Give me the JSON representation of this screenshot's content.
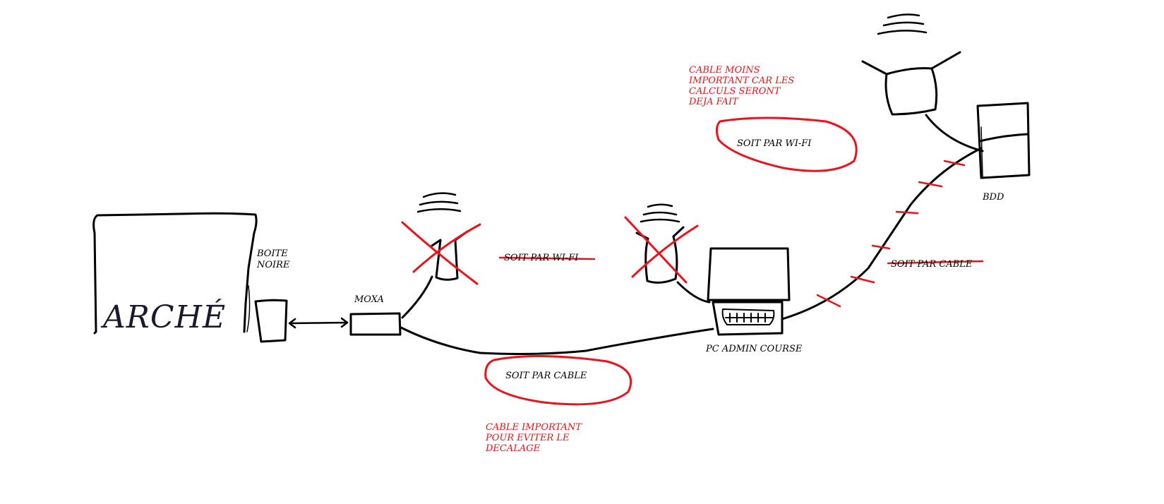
{
  "colors": {
    "ink": "#000000",
    "annotation": "#e8141c"
  },
  "nodes": {
    "arche": "ARCHÉ",
    "boite_noire": [
      "BOITE",
      "NOIRE"
    ],
    "moxa": "MOXA",
    "pc_admin": "PC ADMIN COURSE",
    "bdd": "BDD"
  },
  "links": {
    "wifi_struck": "SOIT PAR WI-FI",
    "cable_struck": "SOIT PAR CABLE",
    "wifi_circled": "SOIT PAR WI-FI",
    "cable_circled": "SOIT PAR CABLE"
  },
  "notes": {
    "cable_moins": [
      "CABLE MOINS",
      "IMPORTANT CAR LES",
      "CALCULS SERONT",
      "DEJA FAIT"
    ],
    "cable_important": [
      "CABLE IMPORTANT",
      "POUR EVITER LE",
      "DECALAGE"
    ]
  }
}
